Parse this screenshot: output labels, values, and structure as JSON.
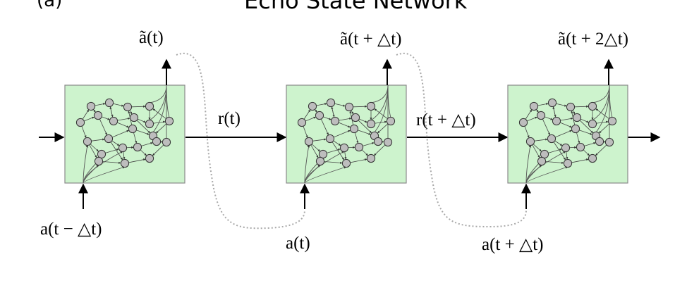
{
  "panel_label": "(a)",
  "title": "Echo State Network",
  "labels": {
    "out_0": "ã(t)",
    "out_1": "ã(t + △t)",
    "out_2": "ã(t + 2△t)",
    "state_0": "r(t)",
    "state_1": "r(t + △t)",
    "in_0": "a(t − △t)",
    "in_1": "a(t)",
    "in_2": "a(t + △t)"
  },
  "colors": {
    "reservoir_fill": "#cdf3cd",
    "reservoir_stroke": "#8a8a8a",
    "node_fill": "#bdbdbd",
    "feedback_line": "#a8a8a8"
  }
}
